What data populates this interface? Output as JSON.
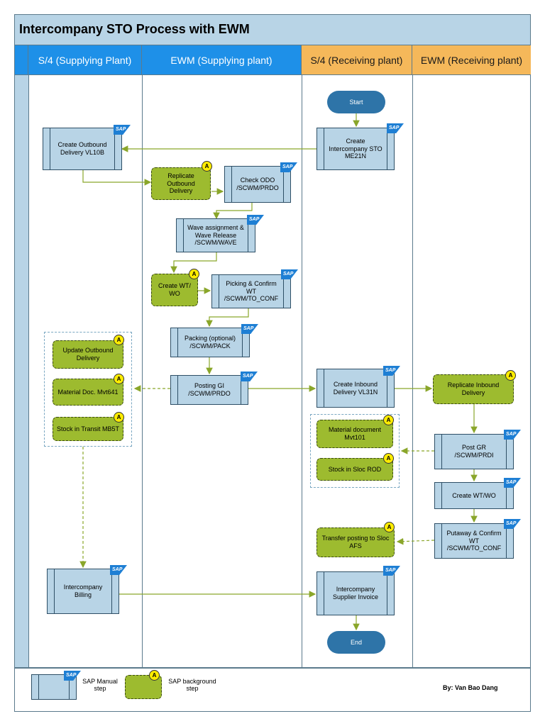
{
  "title": "Intercompany STO Process with EWM",
  "lanes": [
    {
      "label": "S/4 (Supplying Plant)"
    },
    {
      "label": "EWM (Supplying plant)"
    },
    {
      "label": "S/4 (Receiving plant)"
    },
    {
      "label": "EWM (Receiving plant)"
    }
  ],
  "badges": {
    "sap": "SAP",
    "auto": "A"
  },
  "steps": {
    "start": "Start",
    "create_sto": "Create Intercompany STO ME21N",
    "create_od": "Create Outbound Delivery VL10B",
    "replicate_od": "Replicate Outbound Delivery",
    "check_odo": "Check ODO /SCWM/PRDO",
    "wave": "Wave assignment & Wave Release /SCWM/WAVE",
    "create_wt_1": "Create WT/ WO",
    "picking": "Picking & Confirm WT /SCWM/TO_CONF",
    "packing": "Packing (optional) /SCWM/PACK",
    "posting_gi": "Posting GI /SCWM/PRDO",
    "update_od": "Update Outbound Delivery",
    "mat_doc_641": "Material Doc. Mvt641",
    "stock_transit": "Stock in Transit MB5T",
    "create_id": "Create Inbound Delivery VL31N",
    "replicate_id": "Replicate Inbound Delivery",
    "mat_doc_101": "Material document Mvt101",
    "stock_sloc": "Stock in Sloc ROD",
    "post_gr": "Post GR /SCWM/PRDI",
    "create_wt_2": "Create WT/WO",
    "putaway": "Putaway & Confirm WT /SCWM/TO_CONF",
    "transfer": "Transfer posting to Sloc AFS",
    "ic_billing": "Intercompany Billing",
    "ic_invoice": "Intercompany Supplier Invoice",
    "end": "End"
  },
  "legend": {
    "manual": "SAP Manual step",
    "background": "SAP background step"
  },
  "author": "By: Van Bao Dang",
  "colors": {
    "lane_blue": "#1e90e8",
    "lane_orange": "#f5b85a",
    "manual_fill": "#b8d4e6",
    "background_fill": "#9dbb2f",
    "terminal_fill": "#2e74a8",
    "arrow": "#8aa62a"
  }
}
